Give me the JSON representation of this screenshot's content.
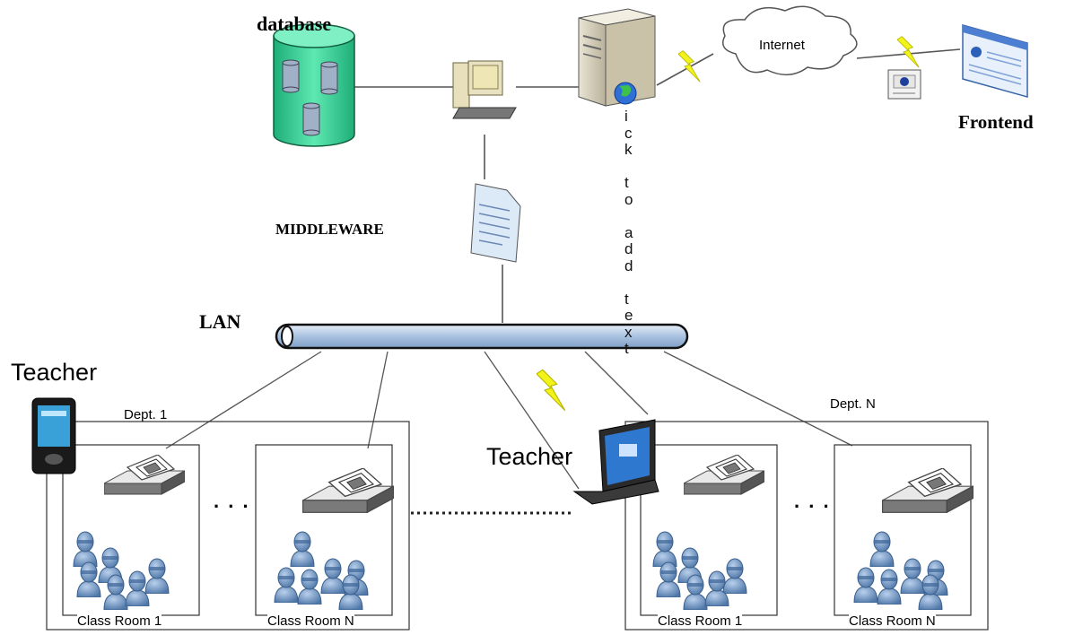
{
  "labels": {
    "database": "database",
    "frontend": "Frontend",
    "internet": "Internet",
    "middleware": "MIDDLEWARE",
    "lan": "LAN",
    "teacher_left": "Teacher",
    "teacher_center": "Teacher",
    "dept1": "Dept. 1",
    "deptN": "Dept. N",
    "classroom_1_left": "Class Room 1",
    "classroom_n_left": "Class Room N",
    "classroom_1_right": "Class Room 1",
    "classroom_n_right": "Class Room N",
    "placeholder_vertical": "ick to add text",
    "ellipsis": ". . ."
  },
  "icons": [
    "database-icon",
    "workstation-icon",
    "server-icon",
    "globe-icon",
    "internet-cloud-icon",
    "lightning-icon",
    "gateway-icon",
    "frontend-window-icon",
    "document-icon",
    "lan-bus-icon",
    "pda-icon",
    "laptop-icon",
    "projector-icon",
    "students-group-icon"
  ],
  "colors": {
    "database_fill": "#3fd19a",
    "lan_bus": "#b9cde6",
    "people": "#6f94c2",
    "lightning": "#f2f21a",
    "lines": "#555555"
  }
}
